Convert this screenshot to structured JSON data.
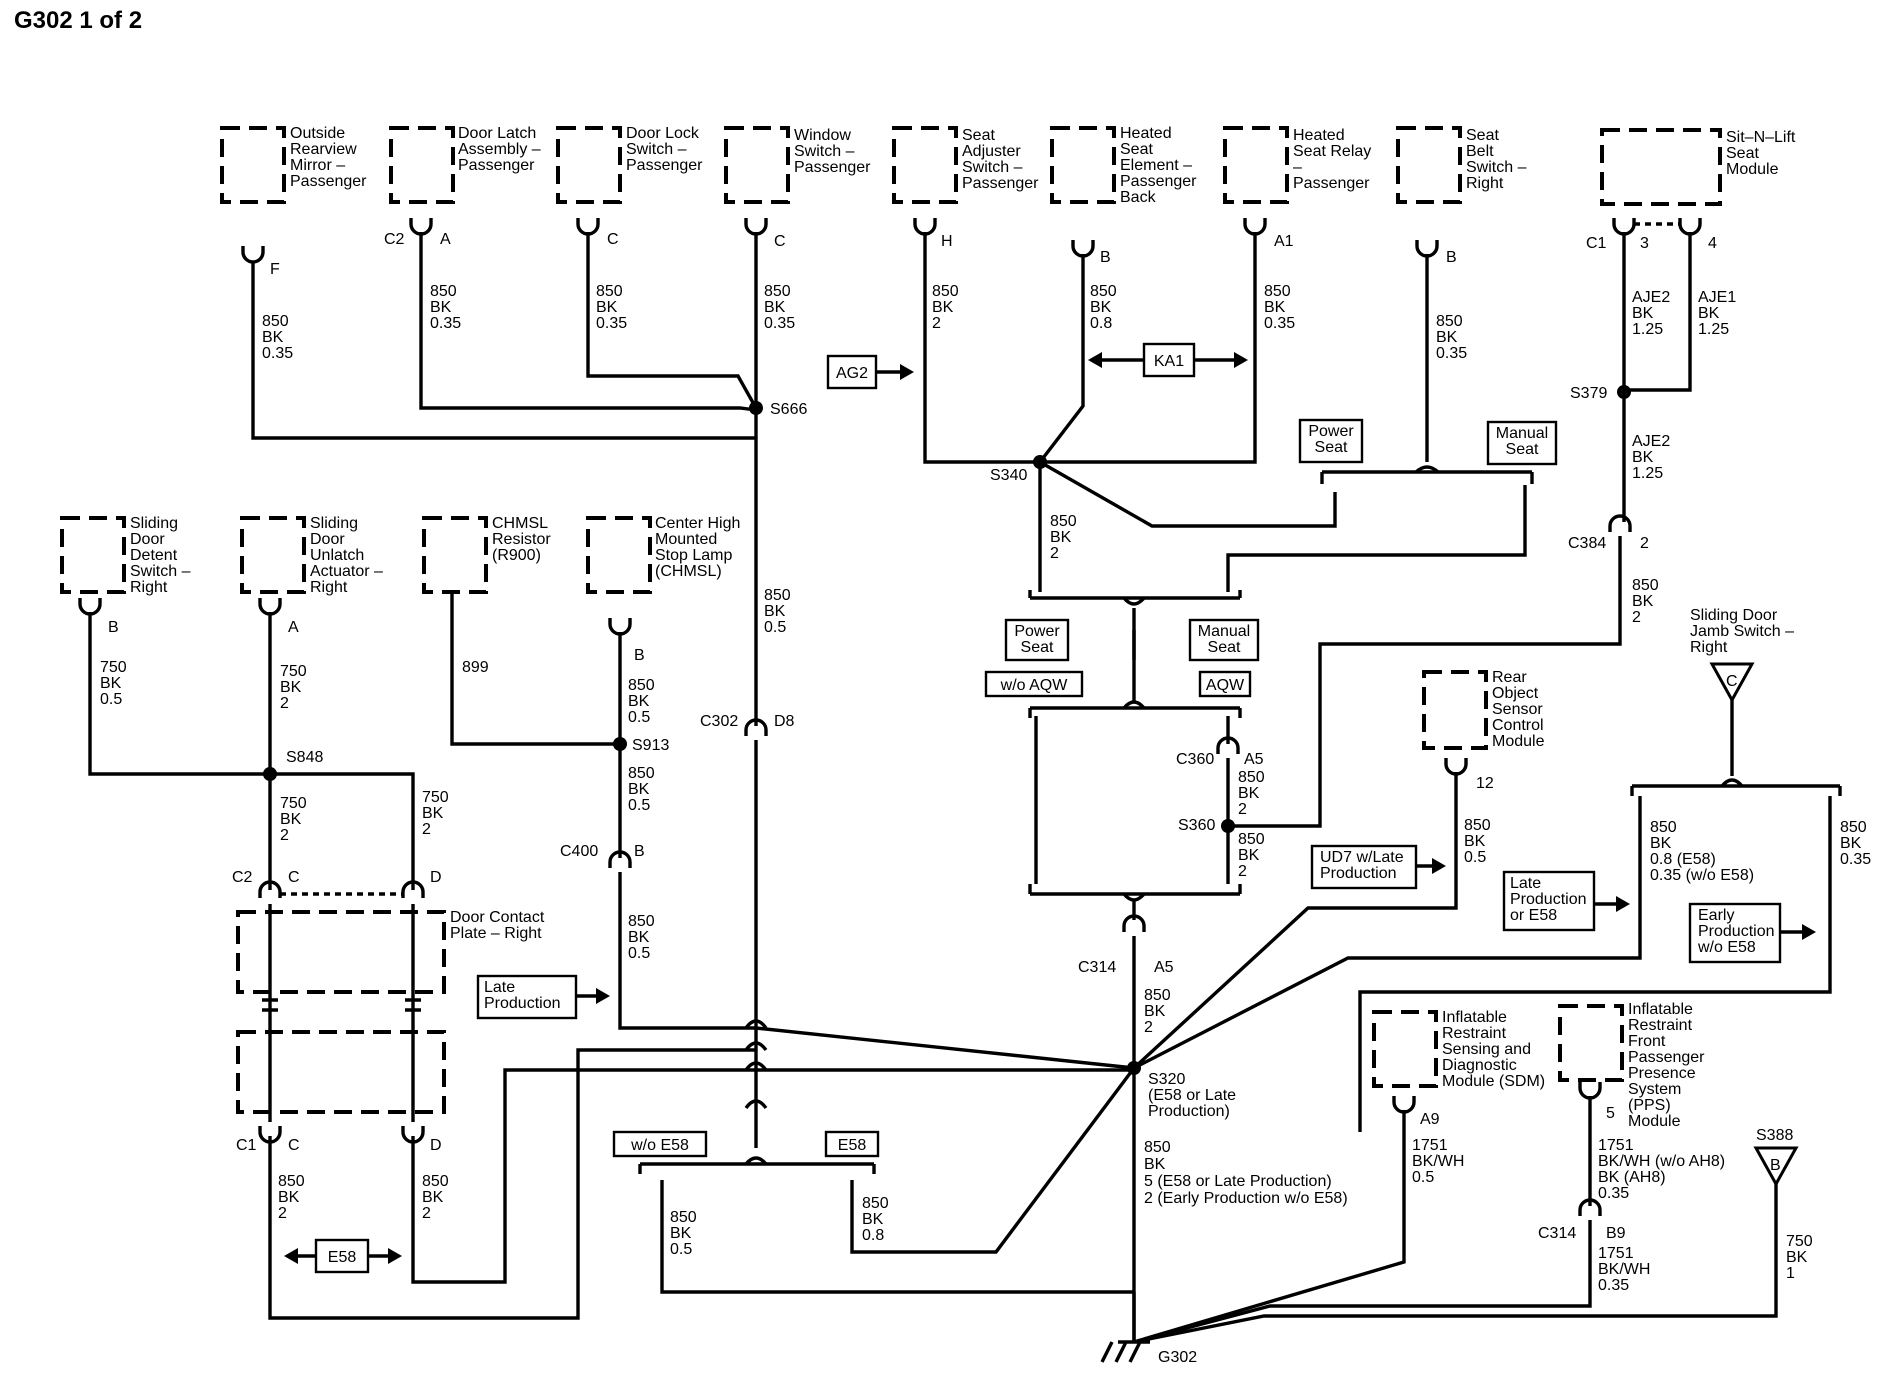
{
  "title": "G302 1 of 2",
  "components": {
    "mirror": "Outside Rearview Mirror – Passenger",
    "latch": "Door Latch Assembly – Passenger",
    "lock": "Door Lock Switch – Passenger",
    "window": "Window Switch – Passenger",
    "seatadj": "Seat Adjuster Switch – Passenger",
    "heatelem": "Heated Seat Element – Passenger Back",
    "heatrelay": "Heated Seat Relay – Passenger",
    "belt": "Seat Belt Switch – Right",
    "sitnlift": "Sit–N–Lift Seat Module",
    "detent": "Sliding Door Detent Switch – Right",
    "unlatch": "Sliding Door Unlatch Actuator – Right",
    "chmslres": "CHMSL Resistor (R900)",
    "chmsl": "Center High Mounted Stop Lamp (CHMSL)",
    "rearobj": "Rear Object Sensor Control Module",
    "jamb": "Sliding Door Jamb Switch – Right",
    "contact": "Door Contact Plate – Right",
    "sdm": "Inflatable Restraint Sensing and Diagnostic Module (SDM)",
    "pps": "Inflatable Restraint Front Passenger Presence System (PPS) Module"
  },
  "pins": {
    "mirror": "F",
    "latch_conn": "C2",
    "latch": "A",
    "lock": "C",
    "window": "C",
    "seatadj": "H",
    "heatelem": "B",
    "heatrelay": "A1",
    "belt": "B",
    "sitn_conn": "C1",
    "sitn3": "3",
    "sitn4": "4",
    "detent": "B",
    "unlatch": "A",
    "chmsl": "B",
    "c302": "C302",
    "c302pin": "D8",
    "c400": "C400",
    "c400pin": "B",
    "c384": "C384",
    "c384pin": "2",
    "c360": "C360",
    "c360pin": "A5",
    "c314a": "C314",
    "c314apin": "A5",
    "rearobj": "12",
    "c2": "C2",
    "c2c": "C",
    "c2d": "D",
    "c1": "C1",
    "c1c": "C",
    "c1d": "D",
    "sdm": "A9",
    "pps": "5",
    "c314b": "C314",
    "c314bpin": "B9",
    "s388": "S388",
    "s388pin": "B",
    "jamb": "C"
  },
  "wires": {
    "mirror": "850\nBK\n0.35",
    "latch": "850\nBK\n0.35",
    "lock": "850\nBK\n0.35",
    "window": "850\nBK\n0.35",
    "seatadj": "850\nBK\n2",
    "heatelem": "850\nBK\n0.8",
    "heatrelay": "850\nBK\n0.35",
    "belt": "850\nBK\n0.35",
    "aje2a": "AJE2\nBK\n1.25",
    "aje1": "AJE1\nBK\n1.25",
    "aje2b": "AJE2\nBK\n1.25",
    "c384": "850\nBK\n2",
    "s340": "850\nBK\n2",
    "trunk": "850\nBK\n0.5",
    "detent": "750\nBK\n0.5",
    "unlatch": "750\nBK\n2",
    "c2c": "750\nBK\n2",
    "c2d": "750\nBK\n2",
    "chmslres": "899",
    "chmsl": "850\nBK\n0.5",
    "s913": "850\nBK\n0.5",
    "c400": "850\nBK\n0.5",
    "c360": "850\nBK\n2",
    "s360": "850\nBK\n2",
    "rearobj": "850\nBK\n0.5",
    "jambL": "850\nBK\n0.8 (E58)\n0.35 (w/o E58)",
    "jambR": "850\nBK\n0.35",
    "c314": "850\nBK\n2",
    "s320": "850\nBK\n5 (E58 or Late Production)\n2 (Early Production w/o E58)",
    "c1c": "850\nBK\n2",
    "c1d": "850\nBK\n2",
    "woe58": "850\nBK\n0.5",
    "e58": "850\nBK\n0.8",
    "sdm": "1751\nBK/WH\n0.5",
    "pps": "1751\nBK/WH (w/o AH8)\nBK (AH8)\n0.35",
    "c314b": "1751\nBK/WH\n0.35",
    "s388": "750\nBK\n1"
  },
  "splices": {
    "s666": "S666",
    "s340": "S340",
    "s379": "S379",
    "s848": "S848",
    "s913": "S913",
    "s360": "S360",
    "s320": "S320",
    "s320note": "(E58 or Late\nProduction)",
    "g302": "G302"
  },
  "tags": {
    "ag2": "AG2",
    "ka1": "KA1",
    "e58a": "E58",
    "e58b": "E58",
    "power1": "Power\nSeat",
    "manual1": "Manual\nSeat",
    "power2": "Power\nSeat",
    "manual2": "Manual\nSeat",
    "woaqw": "w/o AQW",
    "aqw": "AQW",
    "woe58": "w/o E58",
    "late1": "Late\nProduction",
    "ud7": "UD7 w/Late\nProduction",
    "late2": "Late\nProduction\nor E58",
    "early": "Early\nProduction\nw/o E58"
  }
}
